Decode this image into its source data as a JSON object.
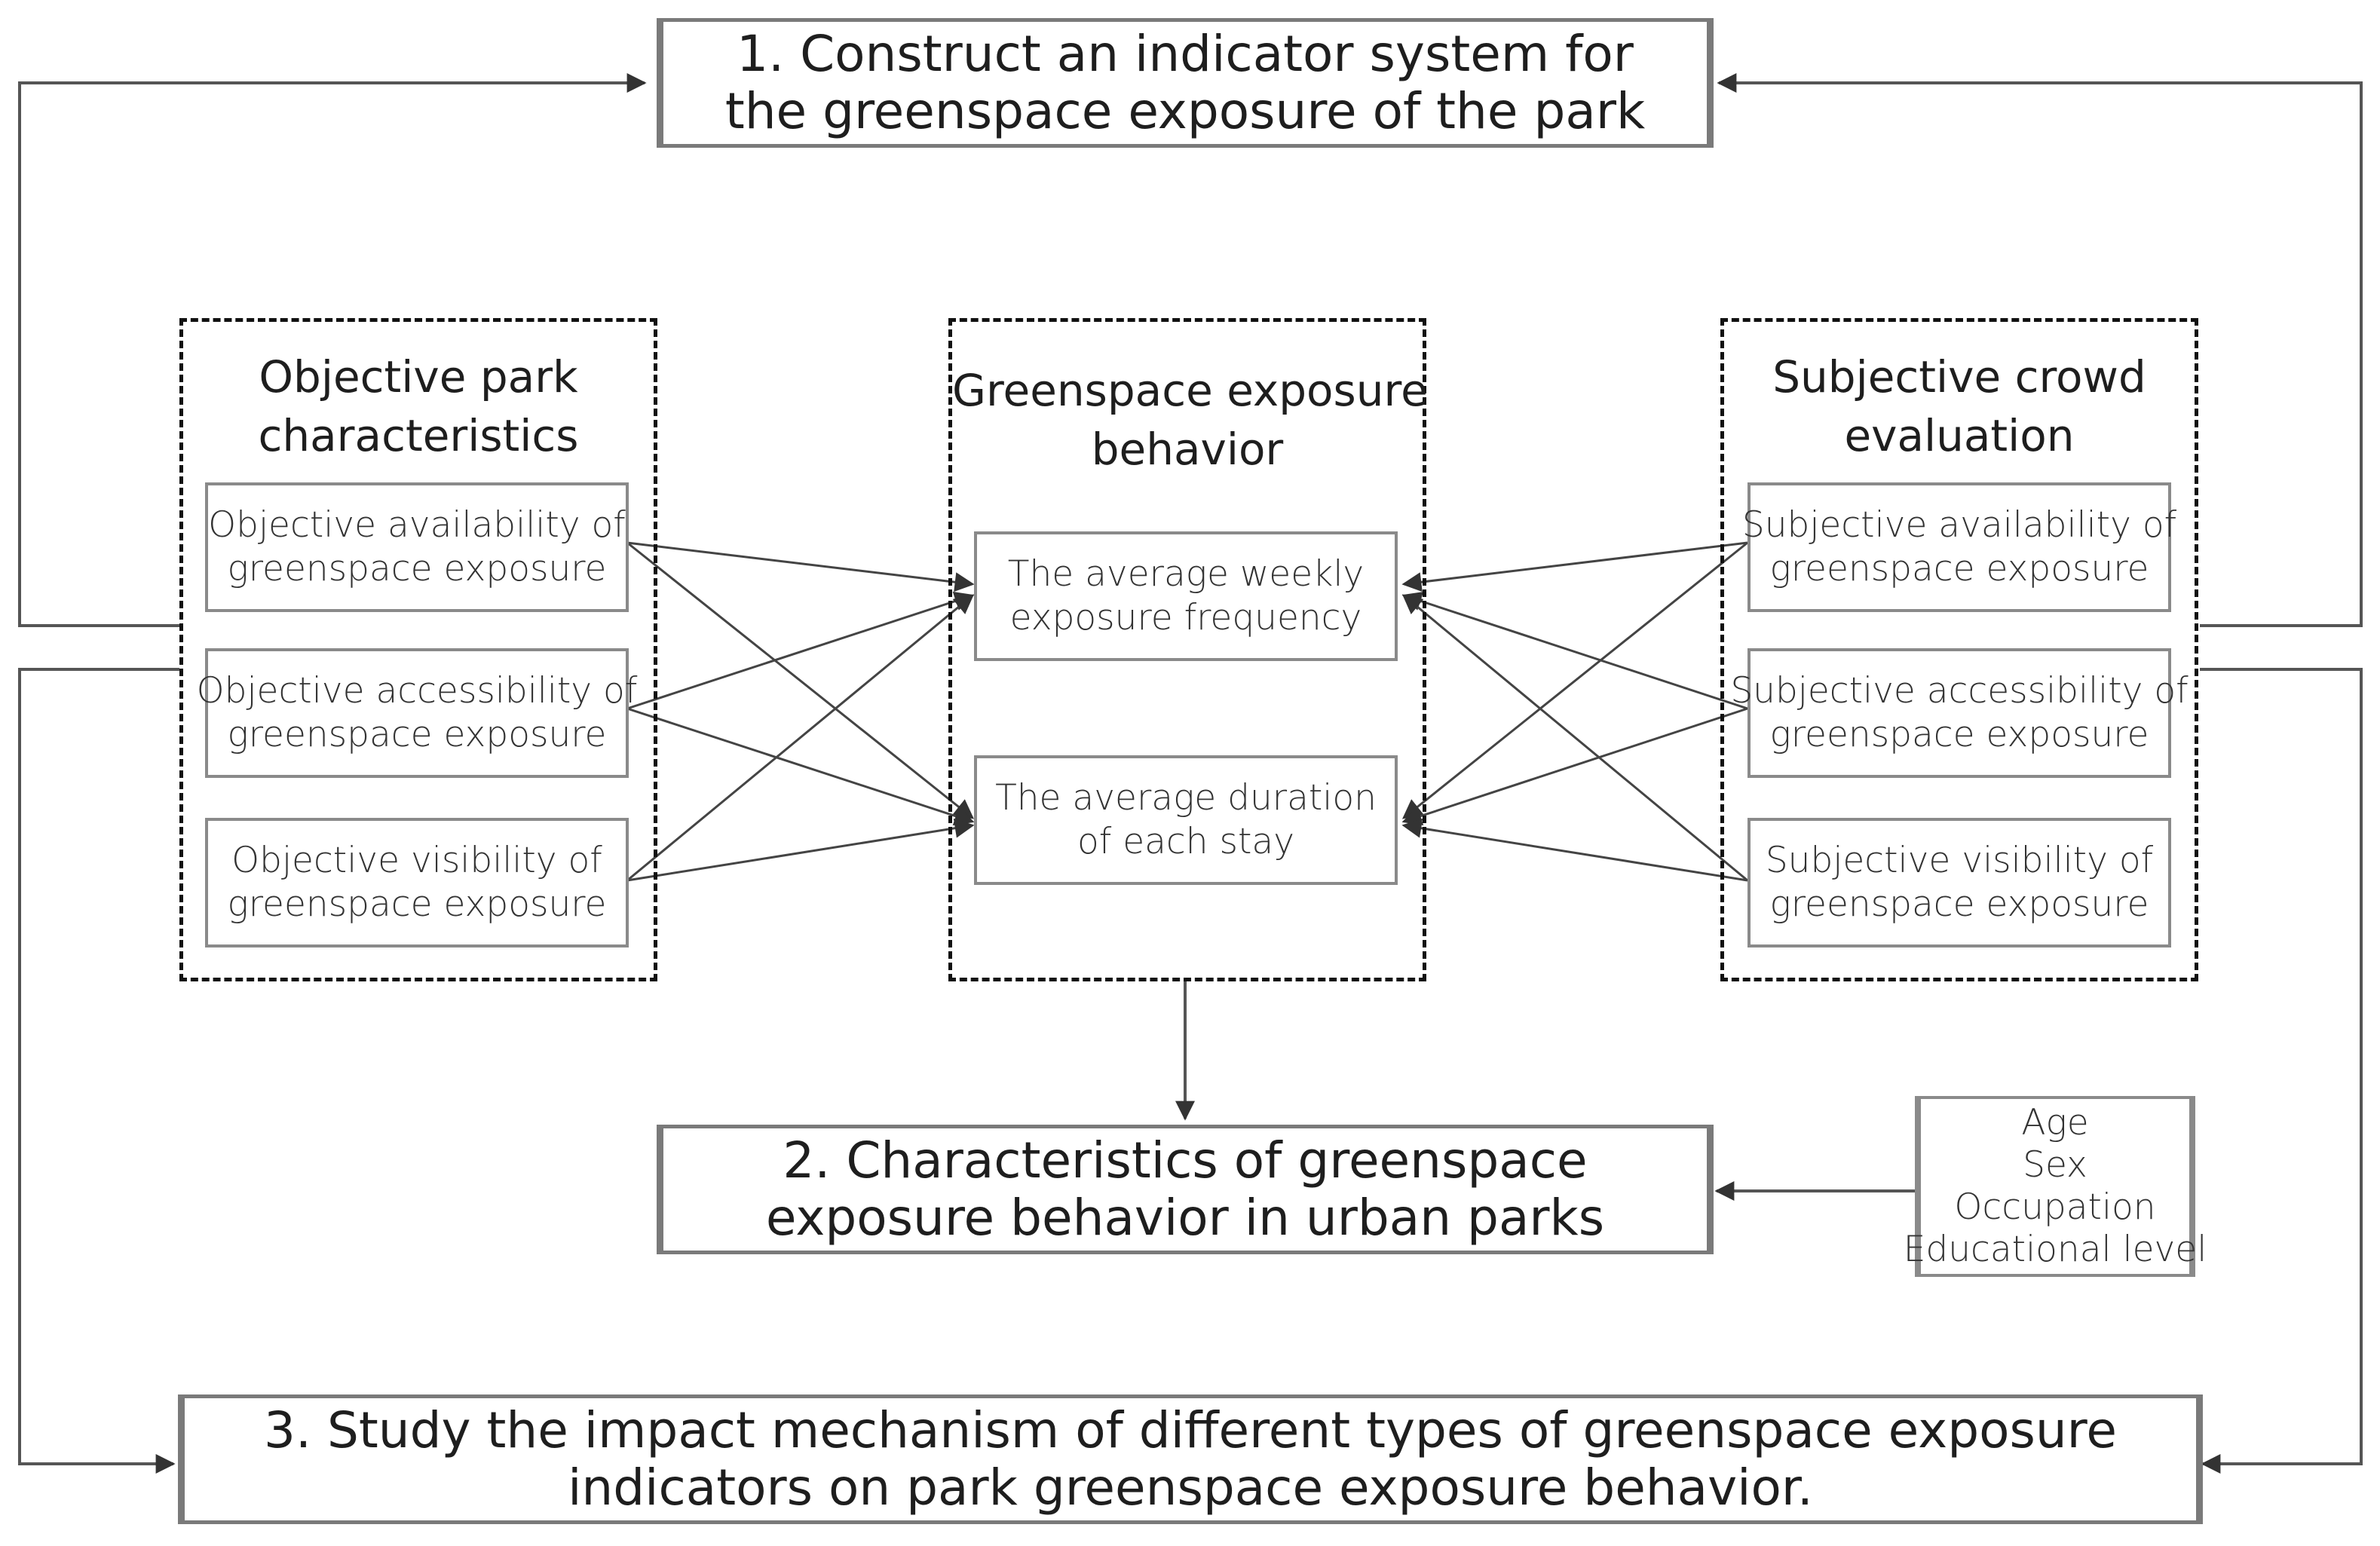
{
  "steps": {
    "step1": [
      "1. Construct an indicator system for",
      "the greenspace exposure of the park"
    ],
    "step2": [
      "2. Characteristics of greenspace",
      "exposure behavior in urban parks"
    ],
    "step3": [
      "3. Study the impact mechanism of different types of greenspace exposure",
      "indicators on park greenspace exposure behavior."
    ]
  },
  "groups": {
    "objective": {
      "title": [
        "Objective park",
        "characteristics"
      ],
      "items": [
        [
          "Objective availability of",
          "greenspace exposure"
        ],
        [
          "Objective accessibility of",
          "greenspace exposure"
        ],
        [
          "Objective visibility of",
          "greenspace exposure"
        ]
      ]
    },
    "behavior": {
      "title": [
        "Greenspace exposure",
        "behavior"
      ],
      "items": [
        [
          "The average weekly",
          "exposure frequency"
        ],
        [
          "The average duration",
          "of each stay"
        ]
      ]
    },
    "subjective": {
      "title": [
        "Subjective crowd",
        "evaluation"
      ],
      "items": [
        [
          "Subjective availability of",
          "greenspace exposure"
        ],
        [
          "Subjective accessibility of",
          "greenspace exposure"
        ],
        [
          "Subjective visibility of",
          "greenspace exposure"
        ]
      ]
    }
  },
  "demographics": [
    "Age",
    "Sex",
    "Occupation",
    "Educational level"
  ],
  "colors": {
    "line": "#555555",
    "arrow": "#333333",
    "box_border": "#7a7a7a",
    "dash": "#111111"
  }
}
